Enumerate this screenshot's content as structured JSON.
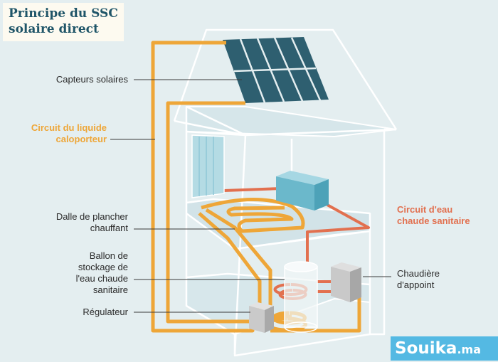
{
  "title": {
    "line1": "Principe du SSC",
    "line2": "solaire direct"
  },
  "labels": {
    "capteurs": "Capteurs solaires",
    "circuit_liquide": [
      "Circuit du liquide",
      "caloporteur"
    ],
    "dalle": [
      "Dalle de plancher",
      "chauffant"
    ],
    "ballon": [
      "Ballon de",
      "stockage de",
      "l'eau chaude",
      "sanitaire"
    ],
    "regulateur": "Régulateur",
    "circuit_eau": [
      "Circuit d'eau",
      "chaude sanitaire"
    ],
    "chaudiere": [
      "Chaudière",
      "d'appoint"
    ]
  },
  "watermark": {
    "brand": "Souika",
    "tld": ".ma"
  },
  "colors": {
    "background": "#e4eef0",
    "house_outline": "#ffffff",
    "panel": "#2e5f70",
    "heat_loop": "#eea638",
    "hot_water": "#e2704f",
    "tank": "#7cc3d4",
    "title": "#1f5568"
  }
}
